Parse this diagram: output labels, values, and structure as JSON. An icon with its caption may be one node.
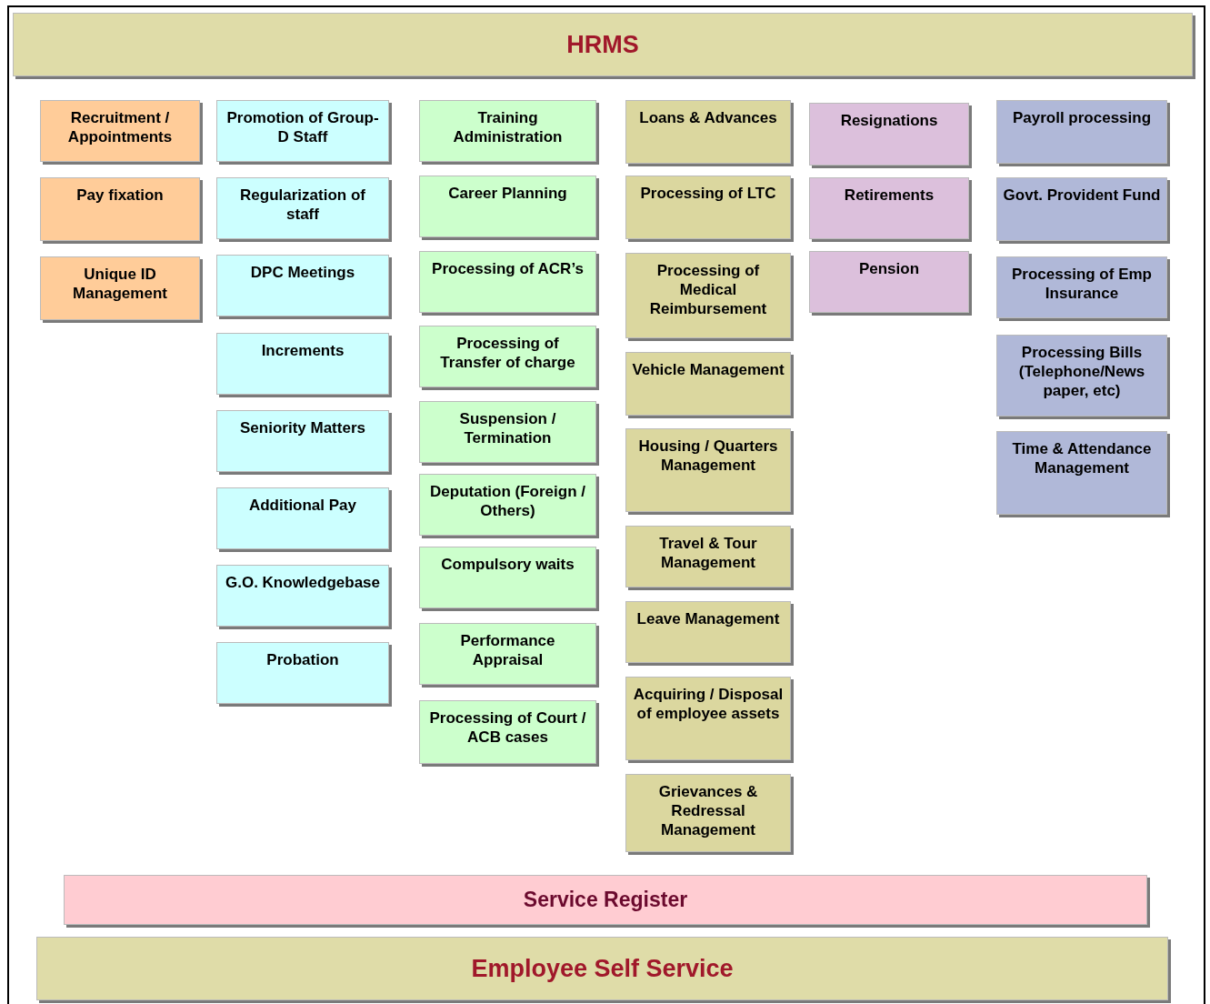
{
  "diagram": {
    "nodes": [
      {
        "text": [
          "HRMS"
        ]
      },
      {
        "text": [
          "Recruitment / Appointments"
        ]
      },
      {
        "text": [
          "Pay fixation"
        ]
      },
      {
        "text": [
          "Unique ID Management"
        ]
      },
      {
        "text": [
          "Promotion of Group-D Staff"
        ]
      },
      {
        "text": [
          "Regularization of staff"
        ]
      },
      {
        "text": [
          "DPC Meetings"
        ]
      },
      {
        "text": [
          "Increments"
        ]
      },
      {
        "text": [
          "Seniority Matters"
        ]
      },
      {
        "text": [
          "Additional Pay"
        ]
      },
      {
        "text": [
          "G.O. Knowledgebase"
        ]
      },
      {
        "text": [
          "Probation"
        ]
      },
      {
        "text": [
          "Training Administration"
        ]
      },
      {
        "text": [
          "Career Planning"
        ]
      },
      {
        "text": [
          "Processing of ACR’s"
        ]
      },
      {
        "text": [
          "Processing of Transfer of charge"
        ]
      },
      {
        "text": [
          "Suspension / Termination"
        ]
      },
      {
        "text": [
          "Deputation (Foreign / Others)"
        ]
      },
      {
        "text": [
          "Compulsory waits"
        ]
      },
      {
        "text": [
          "Performance Appraisal"
        ]
      },
      {
        "text": [
          "Processing of Court / ACB cases"
        ]
      },
      {
        "text": [
          "Loans & Advances"
        ]
      },
      {
        "text": [
          "Processing of LTC"
        ]
      },
      {
        "text": [
          "Processing of Medical Reimbursement"
        ]
      },
      {
        "text": [
          "Vehicle Management"
        ]
      },
      {
        "text": [
          "Housing / Quarters Management"
        ]
      },
      {
        "text": [
          "Travel & Tour Management"
        ]
      },
      {
        "text": [
          "Leave Management"
        ]
      },
      {
        "text": [
          "Acquiring / Disposal of employee assets"
        ]
      },
      {
        "text": [
          "Grievances & Redressal Management"
        ]
      },
      {
        "text": [
          "Resignations"
        ]
      },
      {
        "text": [
          "Retirements"
        ]
      },
      {
        "text": [
          "Pension"
        ]
      },
      {
        "text": [
          "Payroll processing"
        ]
      },
      {
        "text": [
          "Govt. Provident Fund"
        ]
      },
      {
        "text": [
          "Processing of Emp Insurance"
        ]
      },
      {
        "text": [
          "Processing Bills (Telephone/News paper, etc)"
        ]
      },
      {
        "text": [
          "Time & Attendance Management"
        ]
      },
      {
        "text": [
          "Service Register"
        ]
      },
      {
        "text": [
          "Employee Self Service"
        ]
      }
    ],
    "edges": []
  }
}
